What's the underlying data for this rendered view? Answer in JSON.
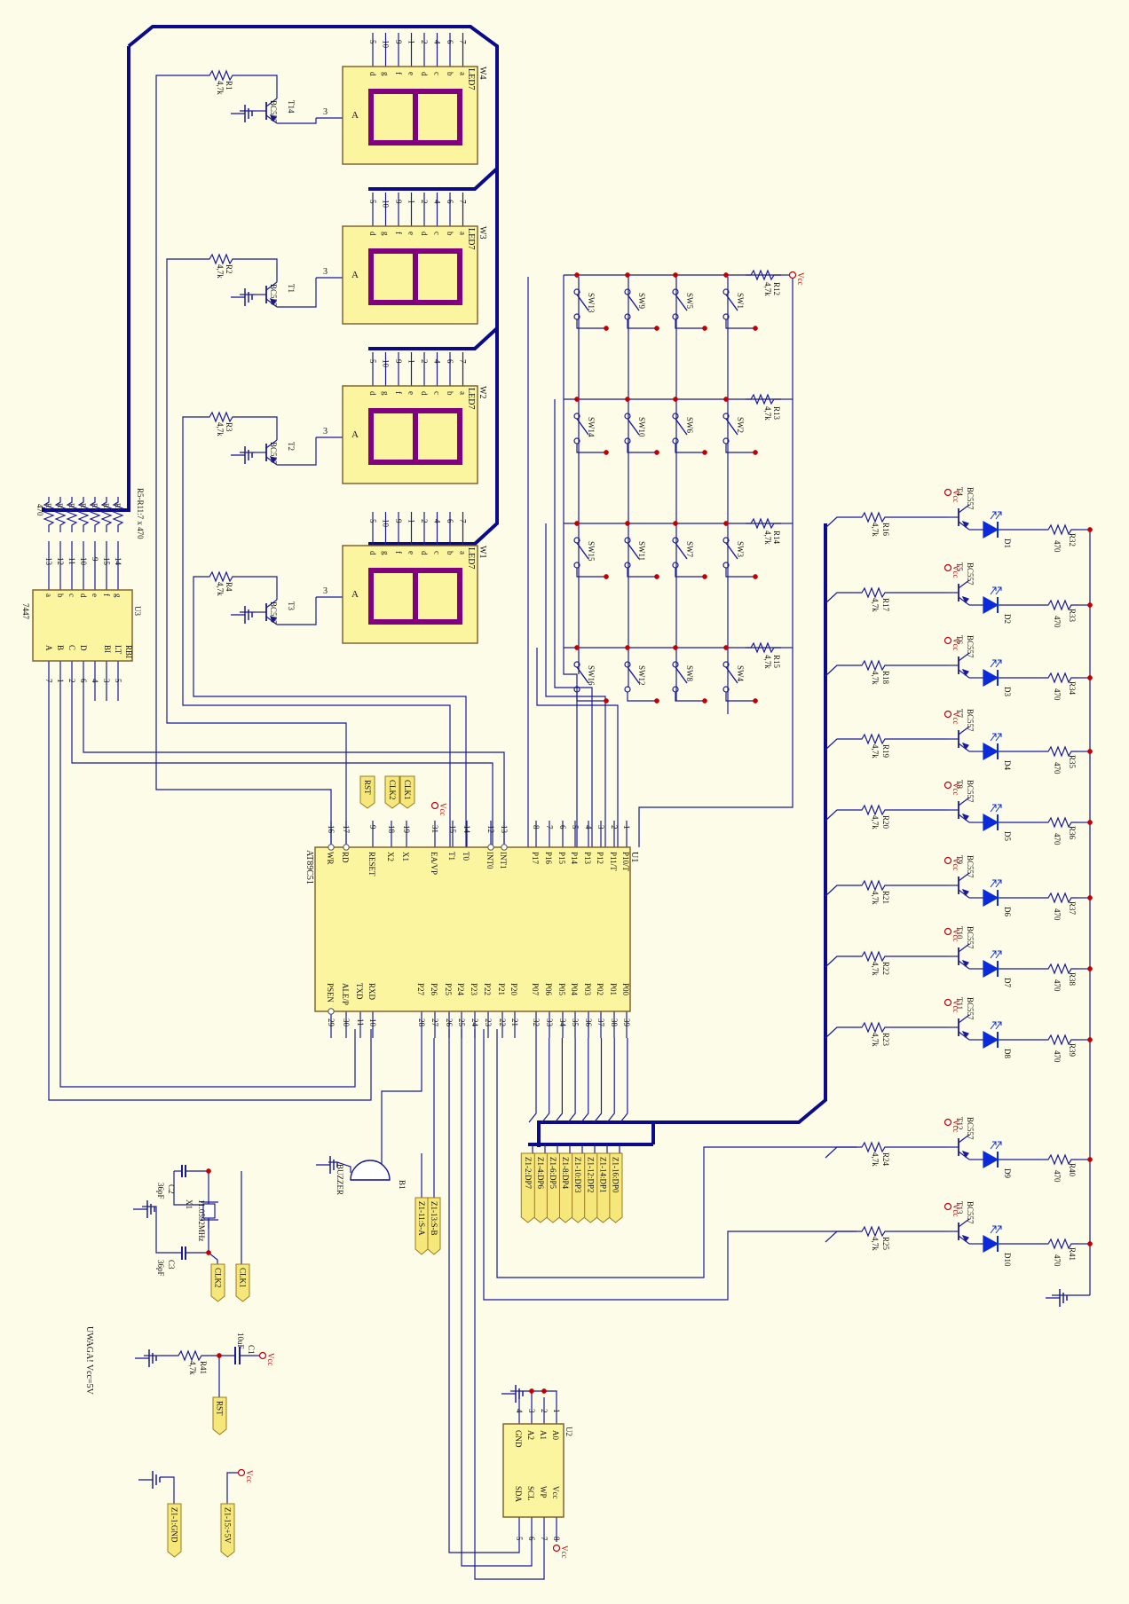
{
  "colors": {
    "background": "#fcfce8",
    "wire": "#1a1a9c",
    "bus": "#0a0a8a",
    "chip_fill": "#fcf5a0",
    "chip_stroke": "#7a5a2a",
    "segment": "#800080",
    "led": "#0b2bd9",
    "net_label": "#f6e77a",
    "junction": "#c00000",
    "text": "#111111"
  },
  "displays": [
    {
      "ref": "W4",
      "type": "LED7",
      "common": "A",
      "pin_common": "3",
      "segments": [
        "d",
        "g",
        "f",
        "e",
        "d",
        "c",
        "b",
        "a"
      ],
      "pins": [
        "5",
        "10",
        "9",
        "1",
        "2",
        "4",
        "6",
        "7"
      ]
    },
    {
      "ref": "W3",
      "type": "LED7",
      "common": "A",
      "pin_common": "3",
      "segments": [
        "d",
        "g",
        "f",
        "e",
        "d",
        "c",
        "b",
        "a"
      ],
      "pins": [
        "5",
        "10",
        "9",
        "1",
        "2",
        "4",
        "6",
        "7"
      ]
    },
    {
      "ref": "W2",
      "type": "LED7",
      "common": "A",
      "pin_common": "3",
      "segments": [
        "d",
        "g",
        "f",
        "e",
        "d",
        "c",
        "b",
        "a"
      ],
      "pins": [
        "5",
        "10",
        "9",
        "1",
        "2",
        "4",
        "6",
        "7"
      ]
    },
    {
      "ref": "W1",
      "type": "LED7",
      "common": "A",
      "pin_common": "3",
      "segments": [
        "d",
        "g",
        "f",
        "e",
        "d",
        "c",
        "b",
        "a"
      ],
      "pins": [
        "5",
        "10",
        "9",
        "1",
        "2",
        "4",
        "6",
        "7"
      ]
    }
  ],
  "digit_drivers": [
    {
      "resistor": "R1",
      "value": "4,7k",
      "transistor": "T14",
      "model": "BC557"
    },
    {
      "resistor": "R2",
      "value": "4,7k",
      "transistor": "T1",
      "model": "BC557"
    },
    {
      "resistor": "R3",
      "value": "4,7k",
      "transistor": "T2",
      "model": "BC557"
    },
    {
      "resistor": "R4",
      "value": "4,7k",
      "transistor": "T3",
      "model": "BC557"
    }
  ],
  "decoder": {
    "ref": "U3",
    "name": "7447",
    "pins_top": [
      "13",
      "12",
      "11",
      "10",
      "9",
      "15",
      "14"
    ],
    "outputs": [
      "a",
      "b",
      "c",
      "d",
      "e",
      "f",
      "g"
    ],
    "inputs": [
      "A",
      "B",
      "C",
      "D"
    ],
    "controls": [
      "RBI",
      "LT",
      "BI"
    ],
    "pins_bottom": [
      "7",
      "1",
      "2",
      "6",
      "4",
      "3",
      "5"
    ],
    "pack": {
      "ref": "RS-R11:7 x 470",
      "top": "R5-R11:7 x 470",
      "value": "470",
      "elements": [
        "R",
        "R",
        "R",
        "R",
        "R",
        "R",
        "R"
      ]
    }
  },
  "keypad": {
    "switches": [
      [
        "SW13",
        "SW9",
        "SW5",
        "SW1"
      ],
      [
        "SW14",
        "SW10",
        "SW6",
        "SW2"
      ],
      [
        "SW15",
        "SW11",
        "SW7",
        "SW3"
      ],
      [
        "SW16",
        "SW12",
        "SW8",
        "SW4"
      ]
    ],
    "pullups": [
      {
        "ref": "R12",
        "value": "4,7k"
      },
      {
        "ref": "R13",
        "value": "4,7k"
      },
      {
        "ref": "R14",
        "value": "4,7k"
      },
      {
        "ref": "R15",
        "value": "4,7k"
      }
    ],
    "vcc": "Vcc"
  },
  "mcu": {
    "ref": "U1",
    "name": "AT89C51",
    "top_pins": [
      {
        "num": "16",
        "name": "WR"
      },
      {
        "num": "17",
        "name": "RD"
      },
      {
        "num": "9",
        "name": "RESET"
      },
      {
        "num": "18",
        "name": "X2"
      },
      {
        "num": "19",
        "name": "X1"
      },
      {
        "num": "31",
        "name": "EA/VP"
      },
      {
        "num": "15",
        "name": "T1"
      },
      {
        "num": "14",
        "name": "T0"
      },
      {
        "num": "12",
        "name": "INT0"
      },
      {
        "num": "13",
        "name": "INT1"
      },
      {
        "num": "8",
        "name": "P17"
      },
      {
        "num": "7",
        "name": "P16"
      },
      {
        "num": "6",
        "name": "P15"
      },
      {
        "num": "5",
        "name": "P14"
      },
      {
        "num": "4",
        "name": "P13"
      },
      {
        "num": "3",
        "name": "P12"
      },
      {
        "num": "2",
        "name": "P11/T"
      },
      {
        "num": "1",
        "name": "P10/T"
      }
    ],
    "bottom_pins": [
      {
        "num": "29",
        "name": "PSEN"
      },
      {
        "num": "30",
        "name": "ALE/P"
      },
      {
        "num": "11",
        "name": "TXD"
      },
      {
        "num": "10",
        "name": "RXD"
      },
      {
        "num": "28",
        "name": "P27"
      },
      {
        "num": "27",
        "name": "P26"
      },
      {
        "num": "26",
        "name": "P25"
      },
      {
        "num": "25",
        "name": "P24"
      },
      {
        "num": "24",
        "name": "P23"
      },
      {
        "num": "23",
        "name": "P22"
      },
      {
        "num": "22",
        "name": "P21"
      },
      {
        "num": "21",
        "name": "P20"
      },
      {
        "num": "32",
        "name": "P07"
      },
      {
        "num": "33",
        "name": "P06"
      },
      {
        "num": "34",
        "name": "P05"
      },
      {
        "num": "35",
        "name": "P04"
      },
      {
        "num": "36",
        "name": "P03"
      },
      {
        "num": "37",
        "name": "P02"
      },
      {
        "num": "38",
        "name": "P01"
      },
      {
        "num": "39",
        "name": "P00"
      }
    ],
    "net_rst": "RST",
    "net_clk2": "CLK2",
    "net_clk1": "CLK1",
    "vcc": "Vcc"
  },
  "led_drivers": [
    {
      "resistor": "R16",
      "r_value": "4,7k",
      "transistor": "T4",
      "model": "BC557",
      "diode": "D1",
      "series": "R32",
      "s_value": "470"
    },
    {
      "resistor": "R17",
      "r_value": "4,7k",
      "transistor": "T5",
      "model": "BC557",
      "diode": "D2",
      "series": "R33",
      "s_value": "470"
    },
    {
      "resistor": "R18",
      "r_value": "4,7k",
      "transistor": "T6",
      "model": "BC557",
      "diode": "D3",
      "series": "R34",
      "s_value": "470"
    },
    {
      "resistor": "R19",
      "r_value": "4,7k",
      "transistor": "T7",
      "model": "BC557",
      "diode": "D4",
      "series": "R35",
      "s_value": "470"
    },
    {
      "resistor": "R20",
      "r_value": "4,7k",
      "transistor": "T8",
      "model": "BC557",
      "diode": "D5",
      "series": "R36",
      "s_value": "470"
    },
    {
      "resistor": "R21",
      "r_value": "4,7k",
      "transistor": "T9",
      "model": "BC557",
      "diode": "D6",
      "series": "R37",
      "s_value": "470"
    },
    {
      "resistor": "R22",
      "r_value": "4,7k",
      "transistor": "T10",
      "model": "BC557",
      "diode": "D7",
      "series": "R38",
      "s_value": "470"
    },
    {
      "resistor": "R23",
      "r_value": "4,7k",
      "transistor": "T11",
      "model": "BC557",
      "diode": "D8",
      "series": "R39",
      "s_value": "470"
    },
    {
      "resistor": "R24",
      "r_value": "4,7k",
      "transistor": "T12",
      "model": "BC557",
      "diode": "D9",
      "series": "R40",
      "s_value": "470"
    },
    {
      "resistor": "R25",
      "r_value": "4,7k",
      "transistor": "T13",
      "model": "BC557",
      "diode": "D10",
      "series": "R41",
      "s_value": "470"
    }
  ],
  "bus_labels": [
    "Z1-16:DP0",
    "Z1-14:DP1",
    "Z1-12:DP2",
    "Z1-10:DP3",
    "Z1-8:DP4",
    "Z1-6:DP5",
    "Z1-4:DP6",
    "Z1-2:DP7"
  ],
  "buzzer": {
    "ref": "B1",
    "name": "BUZZER",
    "labels": [
      "Z1-13:S-B",
      "Z1-11:S-A"
    ]
  },
  "crystal": {
    "ref": "X1",
    "freq": "11.0592MHz",
    "c2_ref": "C2",
    "c2_val": "36pF",
    "c3_ref": "C3",
    "c3_val": "36pF",
    "net_clk2": "CLK2",
    "net_clk1": "CLK1"
  },
  "reset_circuit": {
    "r_ref": "R41",
    "r_val": "4,7k",
    "c_ref": "C1",
    "c_val": "10uF",
    "net": "RST",
    "vcc": "Vcc"
  },
  "eeprom": {
    "ref": "U2",
    "left_pins": [
      {
        "num": "4",
        "name": "GND"
      },
      {
        "num": "3",
        "name": "A2"
      },
      {
        "num": "2",
        "name": "A1"
      },
      {
        "num": "1",
        "name": "A0"
      }
    ],
    "right_pins": [
      {
        "num": "5",
        "name": "SDA"
      },
      {
        "num": "6",
        "name": "SCL"
      },
      {
        "num": "7",
        "name": "WP"
      },
      {
        "num": "8",
        "name": "Vcc"
      }
    ],
    "vcc": "Vcc"
  },
  "note": "UWAGA! Vcc=5V",
  "power_labels": {
    "gnd": "Z1-1:GND",
    "vcc": "Z1-15:+5V",
    "vcc_sym": "Vcc"
  }
}
